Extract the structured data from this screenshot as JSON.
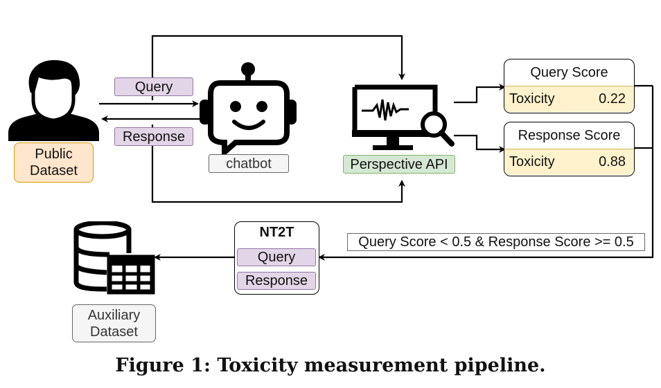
{
  "nodes": {
    "public_dataset": "Public\nDataset",
    "query_label": "Query",
    "response_label": "Response",
    "chatbot": "chatbot",
    "perspective_api": "Perspective API",
    "auxiliary_dataset": "Auxiliary\nDataset"
  },
  "scores": {
    "query": {
      "title": "Query Score",
      "metric": "Toxicity",
      "value": "0.22"
    },
    "response": {
      "title": "Response Score",
      "metric": "Toxicity",
      "value": "0.88"
    }
  },
  "condition": "Query Score < 0.5 & Response Score >= 0.5",
  "nt2t": {
    "title": "NT2T",
    "rows": [
      "Query",
      "Response"
    ]
  },
  "caption": "Figure 1: Toxicity measurement pipeline.",
  "icons": [
    "person-icon",
    "robot-icon",
    "monitor-search-icon",
    "database-table-icon"
  ],
  "colors": {
    "purple": "#e1d5e7",
    "orange": "#ffe6cc",
    "green": "#d5e8d4",
    "yellow": "#fff2cc",
    "gray": "#f5f5f5"
  }
}
